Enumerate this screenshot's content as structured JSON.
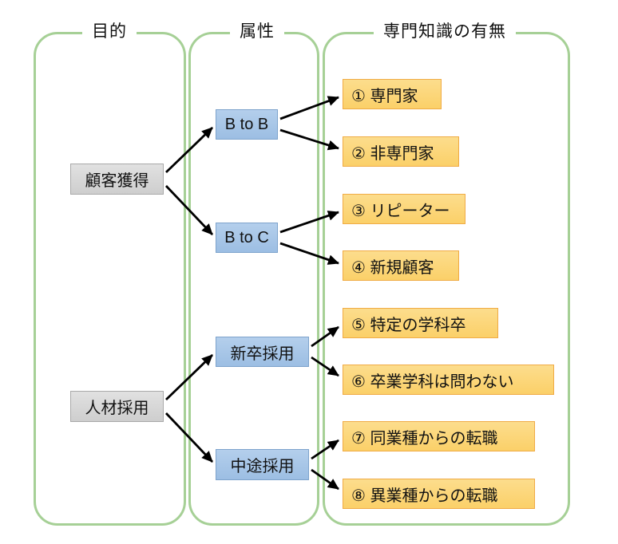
{
  "diagram": {
    "columns": [
      {
        "id": "purpose",
        "title": "目的"
      },
      {
        "id": "attribute",
        "title": "属性"
      },
      {
        "id": "knowledge",
        "title": "専門知識の有無"
      }
    ],
    "purpose_nodes": [
      {
        "id": "customer-acquisition",
        "label": "顧客獲得"
      },
      {
        "id": "recruitment",
        "label": "人材採用"
      }
    ],
    "attribute_nodes": [
      {
        "id": "b-to-b",
        "label": "B to B"
      },
      {
        "id": "b-to-c",
        "label": "B to C"
      },
      {
        "id": "new-grad-hiring",
        "label": "新卒採用"
      },
      {
        "id": "mid-career-hiring",
        "label": "中途採用"
      }
    ],
    "outcome_nodes": [
      {
        "id": "expert",
        "label": "① 専門家"
      },
      {
        "id": "non-expert",
        "label": "② 非専門家"
      },
      {
        "id": "repeater",
        "label": "③ リピーター"
      },
      {
        "id": "new-customer",
        "label": "④ 新規顧客"
      },
      {
        "id": "specific-major",
        "label": "⑤ 特定の学科卒"
      },
      {
        "id": "any-major",
        "label": "⑥ 卒業学科は問わない"
      },
      {
        "id": "same-industry-move",
        "label": "⑦ 同業種からの転職"
      },
      {
        "id": "other-industry-move",
        "label": "⑧ 異業種からの転職"
      }
    ],
    "edges": [
      {
        "from": "customer-acquisition",
        "to": "b-to-b"
      },
      {
        "from": "customer-acquisition",
        "to": "b-to-c"
      },
      {
        "from": "recruitment",
        "to": "new-grad-hiring"
      },
      {
        "from": "recruitment",
        "to": "mid-career-hiring"
      },
      {
        "from": "b-to-b",
        "to": "expert"
      },
      {
        "from": "b-to-b",
        "to": "non-expert"
      },
      {
        "from": "b-to-c",
        "to": "repeater"
      },
      {
        "from": "b-to-c",
        "to": "new-customer"
      },
      {
        "from": "new-grad-hiring",
        "to": "specific-major"
      },
      {
        "from": "new-grad-hiring",
        "to": "any-major"
      },
      {
        "from": "mid-career-hiring",
        "to": "same-industry-move"
      },
      {
        "from": "mid-career-hiring",
        "to": "other-industry-move"
      }
    ],
    "colors": {
      "frame_green": "#a6d096",
      "node_blue": "#a7c8e8",
      "node_orange": "#fbd578",
      "node_gray": "#d9d9d9",
      "arrow_black": "#000000",
      "text": "#111111",
      "background": "#ffffff"
    }
  }
}
